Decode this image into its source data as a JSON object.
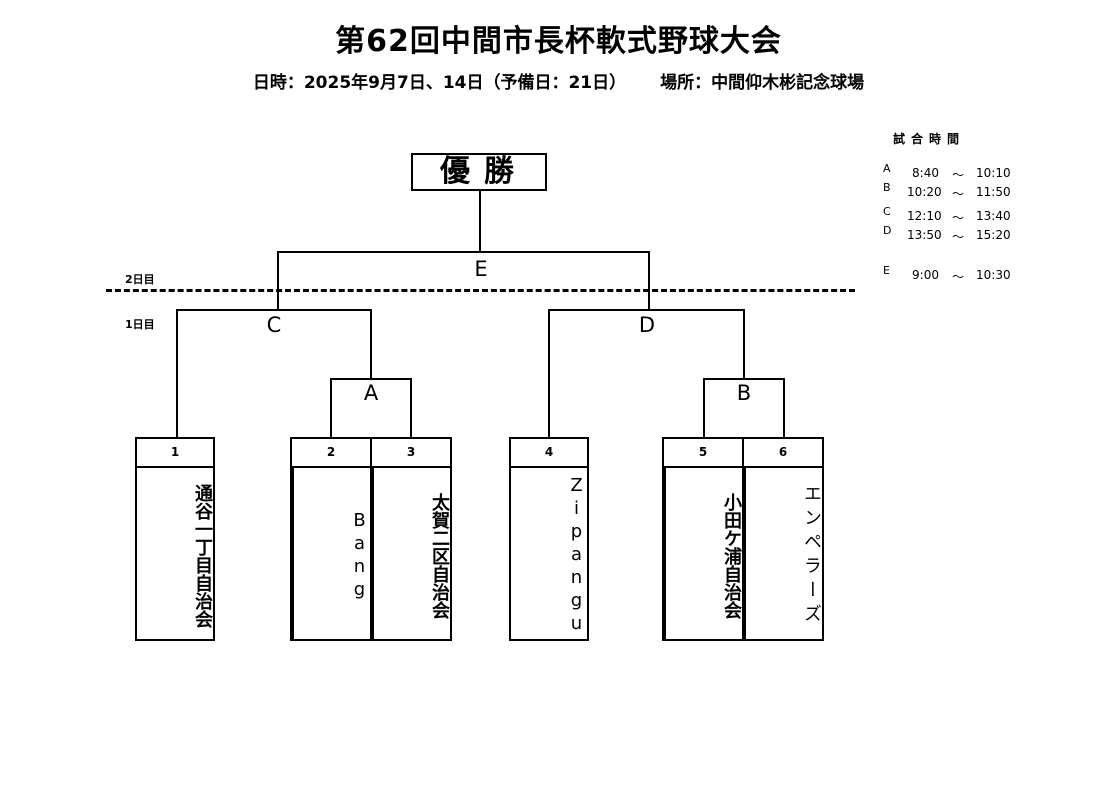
{
  "title": "第62回中間市長杯軟式野球大会",
  "subtitle": {
    "date": "日時：2025年9月7日、14日（予備日：21日）",
    "venue": "場所：中間仰木彬記念球場"
  },
  "winner_label": "優勝",
  "day_labels": {
    "day2": "2日目",
    "day1": "1日目"
  },
  "games": {
    "A": "A",
    "B": "B",
    "C": "C",
    "D": "D",
    "E": "E"
  },
  "teams": [
    {
      "num": "1",
      "name": "通谷一丁目自治会"
    },
    {
      "num": "2",
      "name": "Bang"
    },
    {
      "num": "3",
      "name": "太賀二区自治会"
    },
    {
      "num": "4",
      "name": "Zipangu"
    },
    {
      "num": "5",
      "name": "小田ケ浦自治会"
    },
    {
      "num": "6",
      "name": "エンペラーズ"
    }
  ],
  "schedule": {
    "header": "試合時間",
    "rows": [
      {
        "game": "A",
        "start": "8:40",
        "tilde": "～",
        "end": "10:10"
      },
      {
        "game": "B",
        "start": "10:20",
        "tilde": "～",
        "end": "11:50"
      },
      {
        "game": "C",
        "start": "12:10",
        "tilde": "～",
        "end": "13:40"
      },
      {
        "game": "D",
        "start": "13:50",
        "tilde": "～",
        "end": "15:20"
      },
      {
        "game": "E",
        "start": "9:00",
        "tilde": "～",
        "end": "10:30"
      }
    ]
  }
}
